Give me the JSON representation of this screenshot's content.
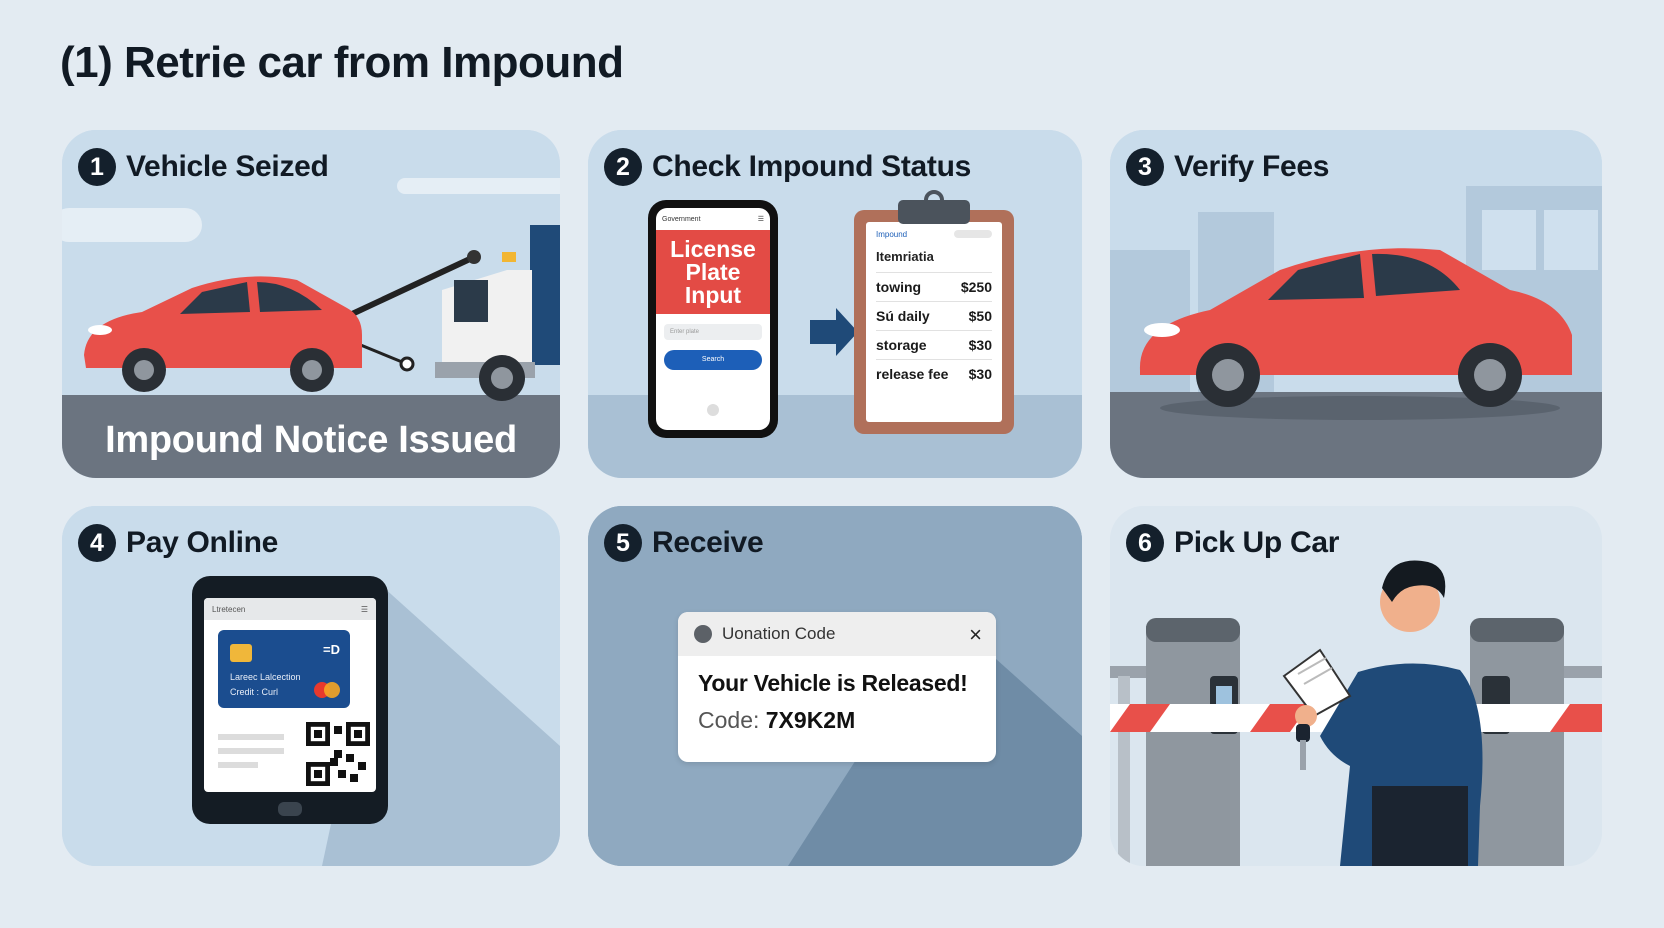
{
  "title": "(1) Retrie car from Impound",
  "steps": [
    {
      "num": "1",
      "title": "Vehicle Seized",
      "caption": "Impound Notice Issued"
    },
    {
      "num": "2",
      "title": "Check Impound Status",
      "phone": {
        "header": "Government",
        "heading": "License Plate Input",
        "field_placeholder": "Enter plate",
        "button": "Search"
      },
      "clipboard": {
        "header": "Impound",
        "item_title": "Itemriatia",
        "fees": [
          {
            "label": "towing",
            "amount": "$250"
          },
          {
            "label": "Sú daily",
            "amount": "$50"
          },
          {
            "label": "storage",
            "amount": "$30"
          },
          {
            "label": "release fee",
            "amount": "$30"
          }
        ]
      }
    },
    {
      "num": "3",
      "title": "Verify Fees"
    },
    {
      "num": "4",
      "title": "Pay Online",
      "tablet": {
        "header": "Ltretecen",
        "card_line1": "Lareec  Lalcection",
        "card_line2": "Credit : Curl",
        "card_brand": "=D"
      }
    },
    {
      "num": "5",
      "title": "Receive",
      "notification": {
        "header": "Uonation Code",
        "close": "×",
        "message": "Your Vehicle is Released!",
        "code_label": "Code:",
        "code_value": "7X9K2M"
      }
    },
    {
      "num": "6",
      "title": "Pick Up Car"
    }
  ],
  "colors": {
    "background": "#e3ebf2",
    "card": "#c9dceb",
    "car_red": "#e8504a",
    "ground": "#6b7480",
    "accent_blue": "#1d5fb8"
  }
}
